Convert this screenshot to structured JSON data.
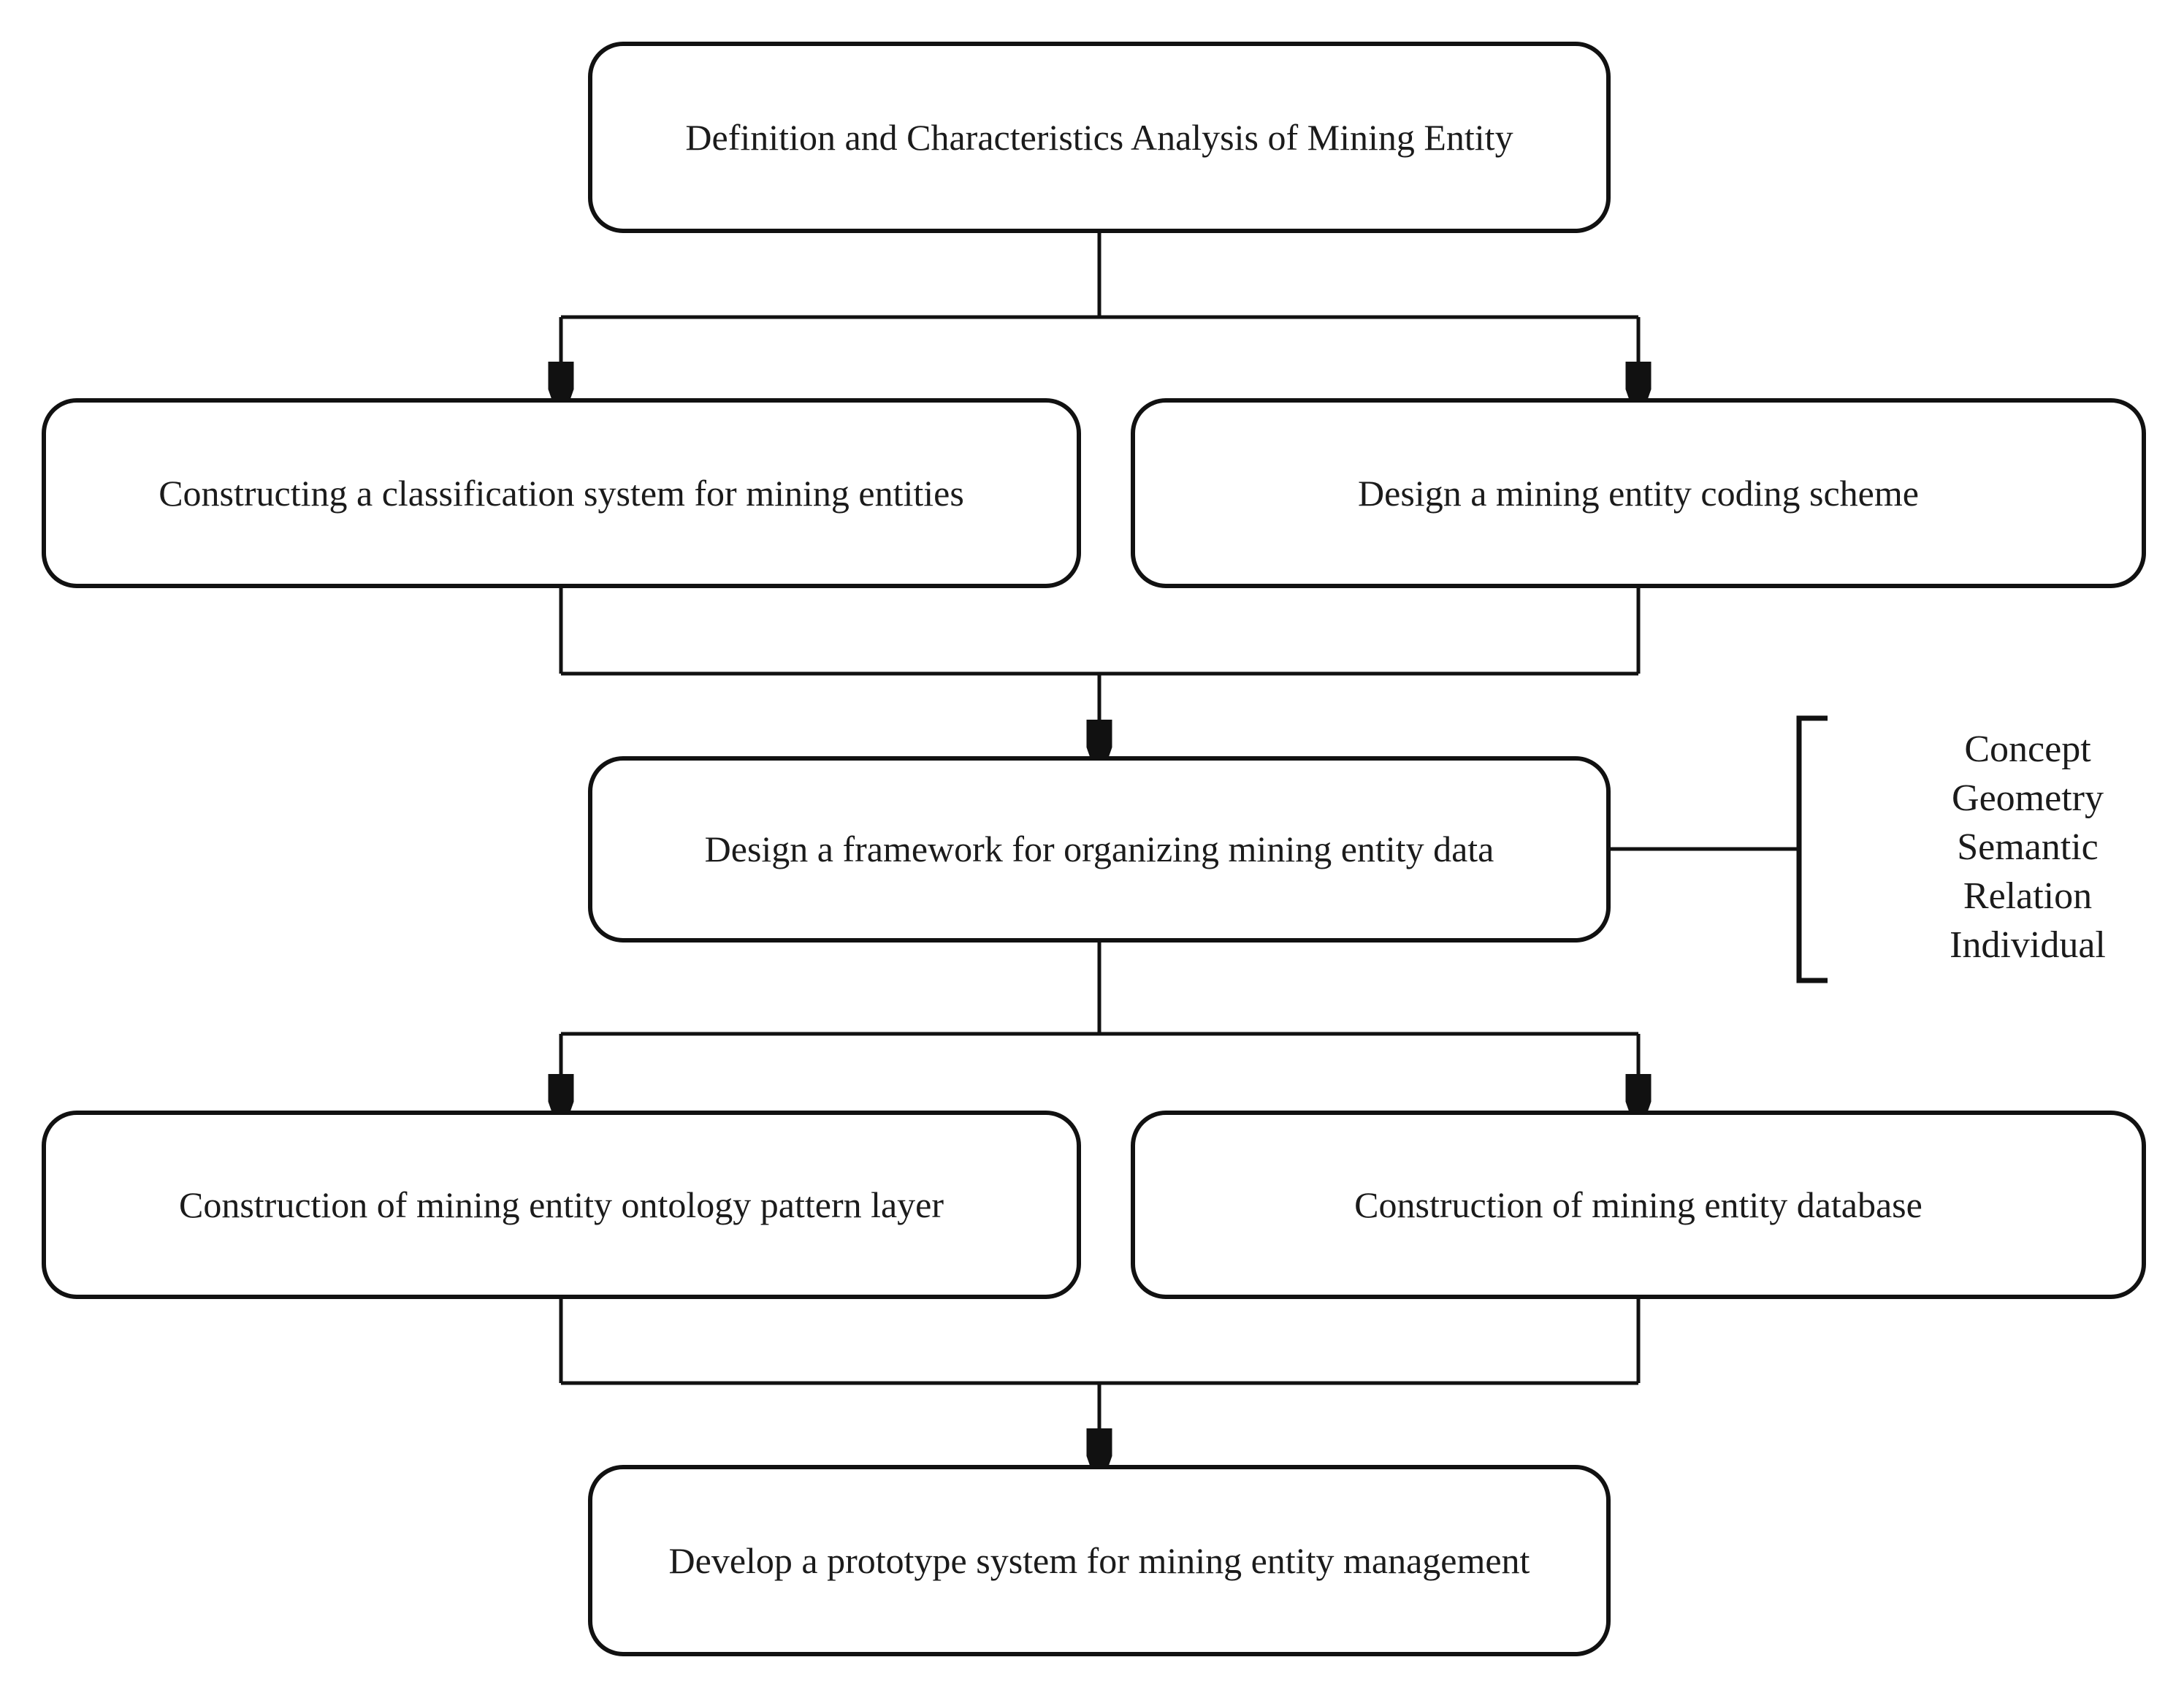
{
  "diagram": {
    "nodes": {
      "definition": {
        "label": "Definition and Characteristics Analysis of Mining Entity"
      },
      "classification": {
        "label": "Constructing a classification system for mining entities"
      },
      "coding": {
        "label": "Design a mining entity coding scheme"
      },
      "framework": {
        "label": "Design a framework for organizing mining entity data"
      },
      "ontology": {
        "label": "Construction of  mining entity ontology pattern layer"
      },
      "database": {
        "label": "Construction of mining entity database"
      },
      "prototype": {
        "label": "Develop a prototype system for mining entity management"
      }
    },
    "bracket_items": [
      "Concept",
      "Geometry",
      "Semantic",
      "Relation",
      "Individual"
    ],
    "colors": {
      "line": "#111111",
      "text": "#1b1b1b",
      "background": "#ffffff"
    }
  }
}
